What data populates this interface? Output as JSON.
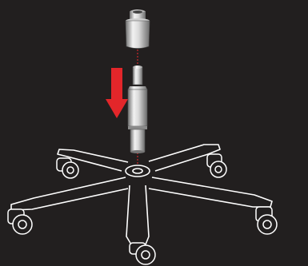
{
  "diagram": {
    "steps": [
      {
        "part": "gas-lift-cover"
      },
      {
        "part": "gas-lift-cylinder"
      },
      {
        "part": "five-star-base"
      }
    ],
    "arrow_direction": "down",
    "icons": {
      "arrow": "down-arrow-icon",
      "cap": "gas-lift-cover-icon",
      "cylinder": "gas-lift-cylinder-icon",
      "base": "chair-base-icon",
      "caster": "caster-wheel-icon"
    }
  },
  "colors": {
    "background": "#221f1f",
    "arrow": "#e3262a",
    "guide_line": "#b3262a",
    "outline": "#ffffff",
    "metal_light": "#e6e6e6",
    "metal_dark": "#7a7a7a"
  }
}
